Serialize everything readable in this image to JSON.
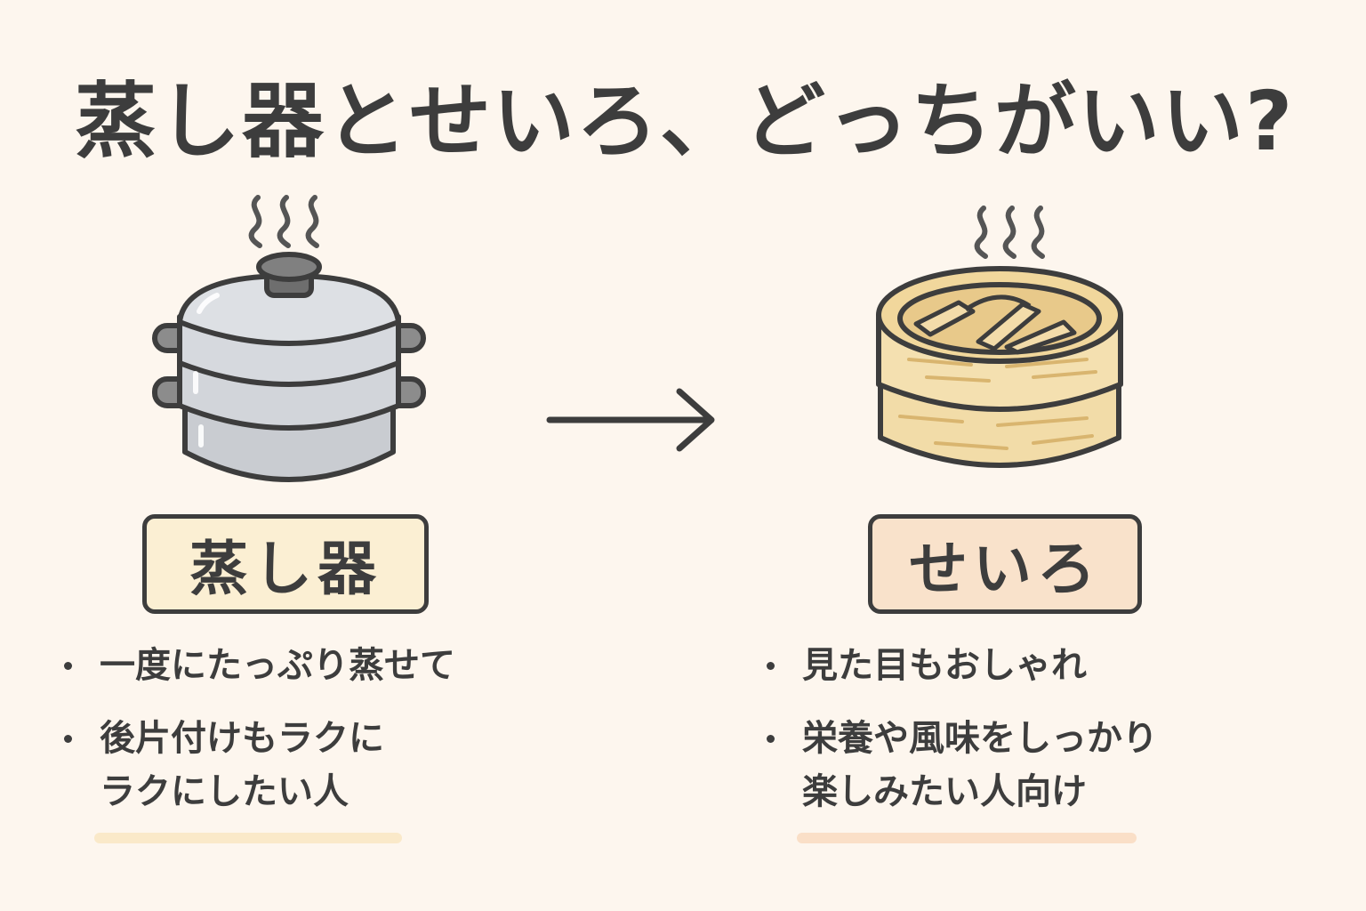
{
  "title": "蒸し器とせいろ、どっちがいい?",
  "left": {
    "label": "蒸し器",
    "bullets": [
      "一度にたっぷり蒸せて",
      "後片付けもラクに\nラクにしたい人"
    ],
    "box_color": "#fbefd3",
    "illustration": "steamer-pot-icon"
  },
  "right": {
    "label": "せいろ",
    "bullets": [
      "見た目もおしゃれ",
      "栄養や風味をしっかり\n楽しみたい人向け"
    ],
    "box_color": "#f9e2cb",
    "illustration": "bamboo-steamer-icon"
  },
  "arrow": "arrow-right-icon"
}
